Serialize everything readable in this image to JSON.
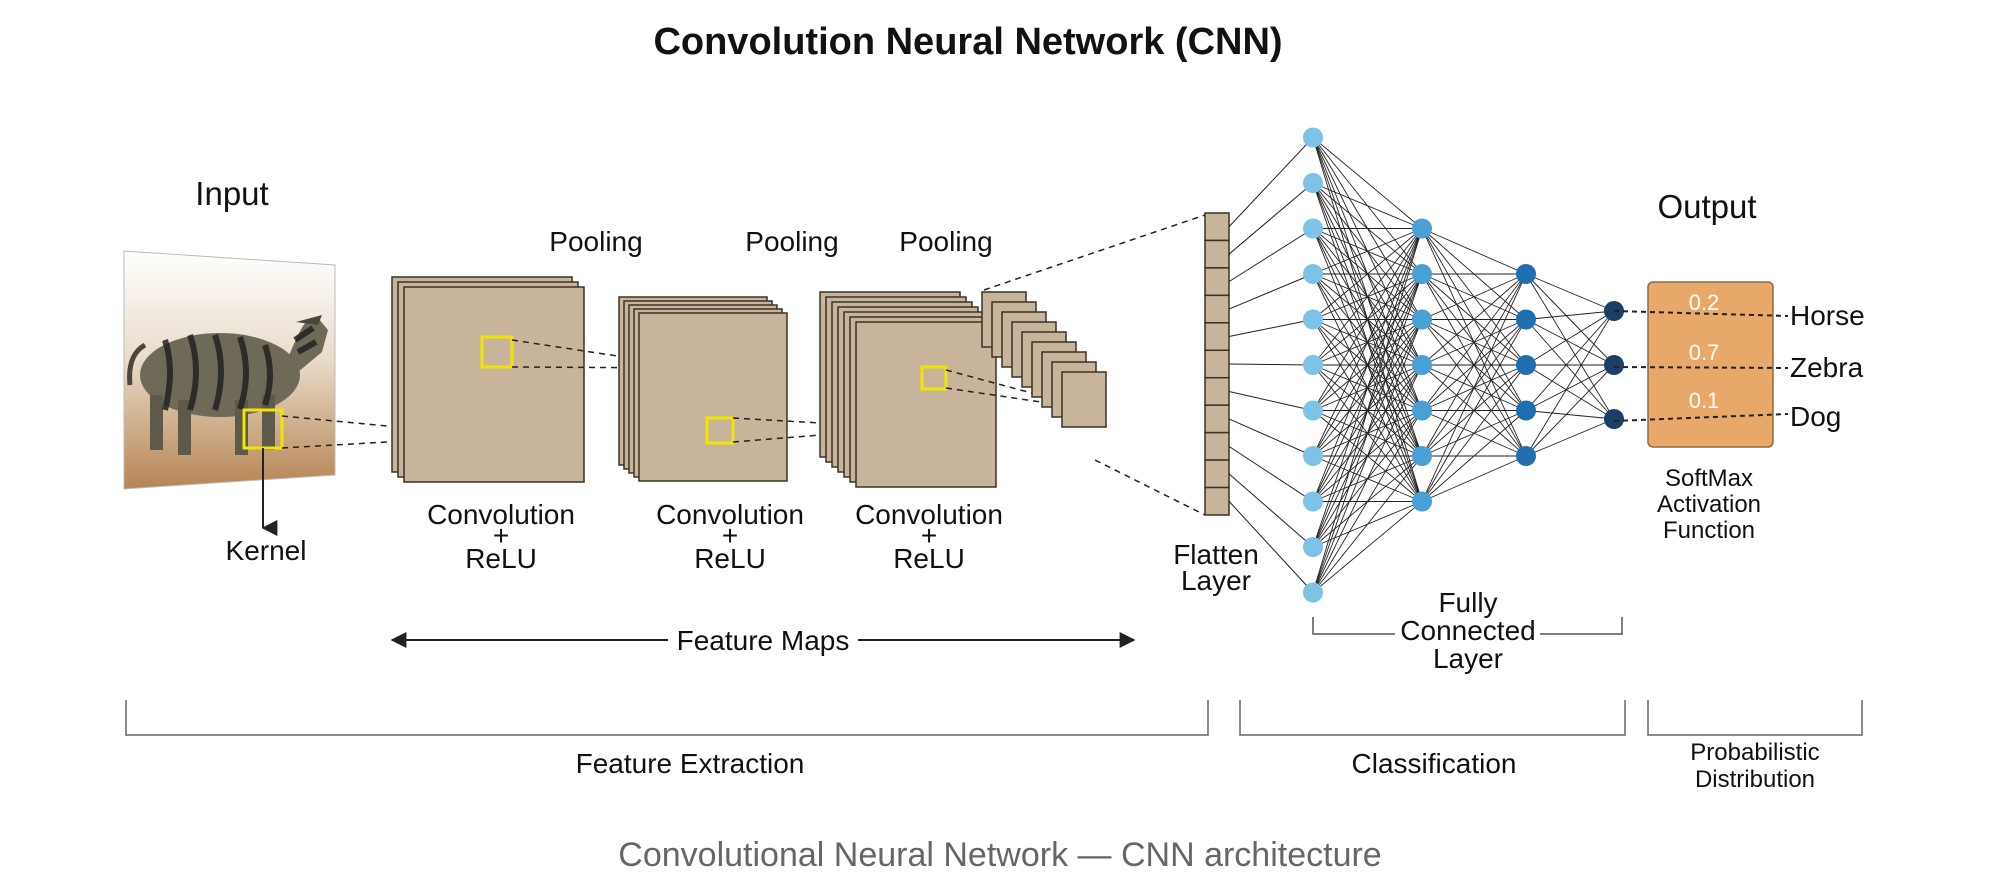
{
  "title": "Convolution  Neural  Network (CNN)",
  "input_label": "Input",
  "kernel_label": "Kernel",
  "pooling_labels": [
    "Pooling",
    "Pooling",
    "Pooling"
  ],
  "conv_labels": [
    {
      "line1": "Convolution",
      "plus": "+",
      "line2": "ReLU"
    },
    {
      "line1": "Convolution",
      "plus": "+",
      "line2": "ReLU"
    },
    {
      "line1": "Convolution",
      "plus": "+",
      "line2": "ReLU"
    }
  ],
  "feature_maps_label": "Feature  Maps",
  "flatten_label": {
    "line1": "Flatten",
    "line2": "Layer"
  },
  "fc_label": {
    "line1": "Fully",
    "line2": "Connected",
    "line3": "Layer"
  },
  "output_label": "Output",
  "output_classes": [
    {
      "prob": "0.2",
      "name": "Horse"
    },
    {
      "prob": "0.7",
      "name": "Zebra"
    },
    {
      "prob": "0.1",
      "name": "Dog"
    }
  ],
  "softmax_label": {
    "line1": "SoftMax",
    "line2": "Activation",
    "line3": "Function"
  },
  "sections": {
    "feature_extraction": "Feature Extraction",
    "classification": "Classification",
    "probabilistic": {
      "line1": "Probabilistic",
      "line2": "Distribution"
    }
  },
  "caption": "Convolutional Neural Network — CNN architecture",
  "network": {
    "layer_sizes": [
      11,
      7,
      5,
      3
    ],
    "colors": [
      "#7ec3e6",
      "#4a9fd4",
      "#1f6fb0",
      "#1c3f66"
    ]
  },
  "colors": {
    "feature_map_fill": "#c8b49a",
    "kernel_box": "#f2e600",
    "output_box": "#e8a86a",
    "line": "#222222"
  }
}
